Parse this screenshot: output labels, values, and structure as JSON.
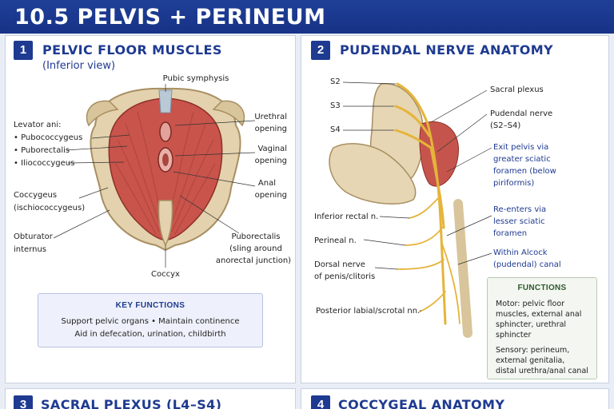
{
  "header": {
    "title": "10.5  PELVIS + PERINEUM"
  },
  "panel1": {
    "number": "1",
    "title": "PELVIC FLOOR MUSCLES",
    "subtitle": "(Inferior view)",
    "labels": {
      "pubic_symphysis": "Pubic symphysis",
      "levator_ani": "Levator ani:",
      "pubococcygeus": "•  Pubococcygeus",
      "puborectalis": "•  Puborectalis",
      "iliococcygeus": "•  Iliococcygeus",
      "coccygeus_1": "Coccygeus",
      "coccygeus_2": "(ischiococcygeus)",
      "obturator_1": "Obturator",
      "obturator_2": "internus",
      "coccyx": "Coccyx",
      "urethral_1": "Urethral",
      "urethral_2": "opening",
      "vaginal_1": "Vaginal",
      "vaginal_2": "opening",
      "anal_1": "Anal",
      "anal_2": "opening",
      "puborectalis_sling_1": "Puborectalis",
      "puborectalis_sling_2": "(sling around",
      "puborectalis_sling_3": "anorectal junction)"
    },
    "key_functions": {
      "title": "KEY FUNCTIONS",
      "line1": "Support pelvic organs  •  Maintain continence",
      "line2": "Aid in defecation, urination, childbirth"
    }
  },
  "panel2": {
    "number": "2",
    "title": "PUDENDAL NERVE ANATOMY",
    "labels": {
      "s2": "S2",
      "s3": "S3",
      "s4": "S4",
      "sacral_plexus": "Sacral plexus",
      "pudendal_1": "Pudendal nerve",
      "pudendal_2": "(S2–S4)",
      "exit_1": "Exit pelvis via",
      "exit_2": "greater sciatic",
      "exit_3": "foramen (below",
      "exit_4": "piriformis)",
      "reenter_1": "Re-enters via",
      "reenter_2": "lesser sciatic",
      "reenter_3": "foramen",
      "alcock_1": "Within Alcock",
      "alcock_2": "(pudendal) canal",
      "inferior_rectal": "Inferior rectal n.",
      "perineal": "Perineal n.",
      "dorsal_1": "Dorsal nerve",
      "dorsal_2": "of penis/clitoris",
      "posterior": "Posterior labial/scrotal nn."
    },
    "functions": {
      "title": "FUNCTIONS",
      "motor": [
        "Motor: pelvic floor",
        "muscles, external anal",
        "sphincter, urethral",
        "sphincter"
      ],
      "sensory": [
        "Sensory: perineum,",
        "external genitalia,",
        "distal urethra/anal canal"
      ]
    }
  },
  "panel3": {
    "number": "3",
    "title": "SACRAL PLEXUS (L4–S4)"
  },
  "panel4": {
    "number": "4",
    "title": "COCCYGEAL ANATOMY"
  }
}
